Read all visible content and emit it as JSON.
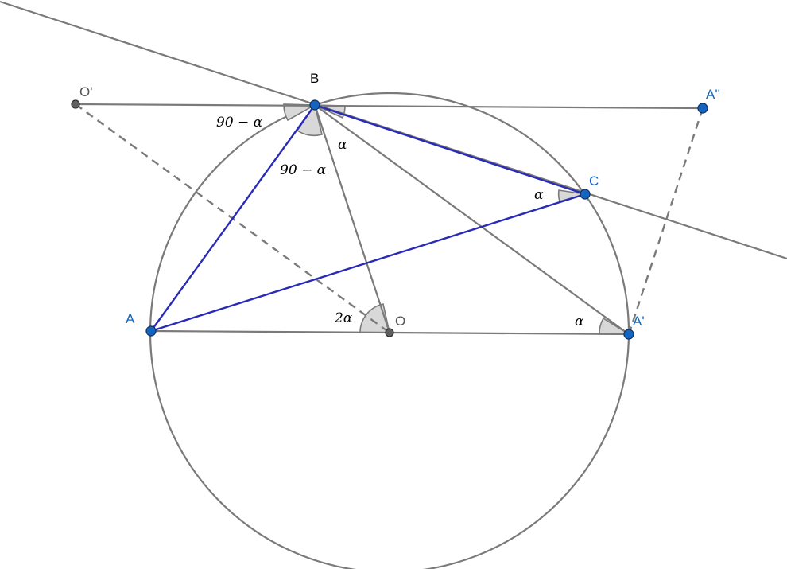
{
  "colors": {
    "construction": "#7a7a7a",
    "triangle": "#2a2ab8",
    "point_blue": "#1565c0",
    "point_gray": "#5f5f5f",
    "angle_fill": "#d8d8d8",
    "label_blue": "#1565c0",
    "label_black": "#000000"
  },
  "points": {
    "B": "B",
    "C": "C",
    "A": "A",
    "O": "O",
    "A1": "A'",
    "A2": "A''",
    "O1": "O'"
  },
  "angles": {
    "at_B_left": "90 − α",
    "at_B_inner": "90 − α",
    "at_B_alpha": "α",
    "at_C": "α",
    "at_O": "2α",
    "at_A1": "α"
  }
}
